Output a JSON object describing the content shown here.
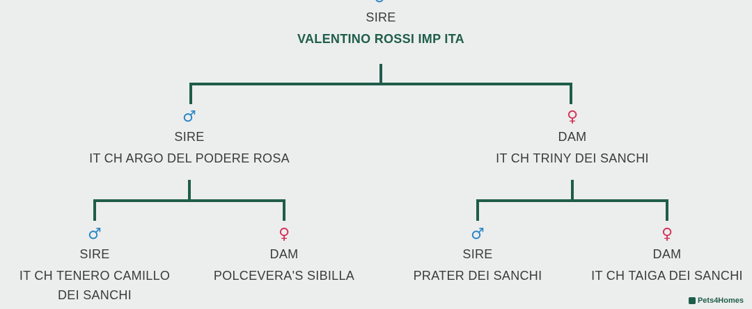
{
  "colors": {
    "line": "#1f5d4b",
    "male": "#2b86c5",
    "female": "#d3345a",
    "text": "#3a3a3a",
    "background": "#eceeed"
  },
  "symbols": {
    "male": "♂",
    "female": "♀"
  },
  "root": {
    "role": "SIRE",
    "name": "VALENTINO ROSSI IMP ITA",
    "sex": "male"
  },
  "parents": [
    {
      "role": "SIRE",
      "name": "IT CH ARGO DEL PODERE ROSA",
      "sex": "male"
    },
    {
      "role": "DAM",
      "name": "IT CH TRINY DEI SANCHI",
      "sex": "female"
    }
  ],
  "grandparents": [
    {
      "role": "SIRE",
      "name_lines": [
        "IT CH TENERO CAMILLO",
        "DEI SANCHI"
      ],
      "sex": "male"
    },
    {
      "role": "DAM",
      "name_lines": [
        "POLCEVERA'S SIBILLA"
      ],
      "sex": "female"
    },
    {
      "role": "SIRE",
      "name_lines": [
        "PRATER DEI SANCHI"
      ],
      "sex": "male"
    },
    {
      "role": "DAM",
      "name_lines": [
        "IT CH TAIGA DEI SANCHI"
      ],
      "sex": "female"
    }
  ],
  "watermark": {
    "text": "Pets4Homes"
  }
}
